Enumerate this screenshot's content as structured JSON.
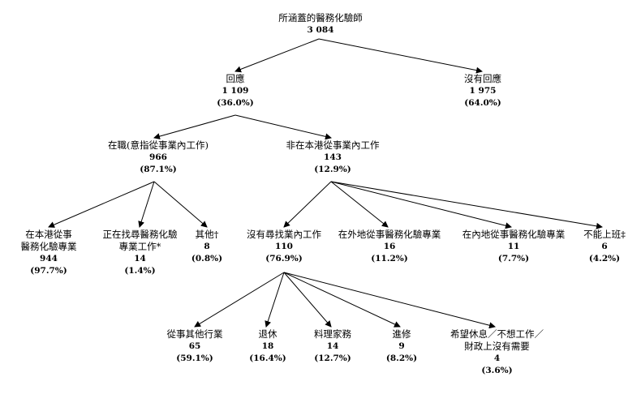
{
  "diagram": {
    "root": {
      "label": [
        "所涵蓋的醫務化驗師"
      ],
      "count": "3 084",
      "pct": ""
    },
    "responded": {
      "label": [
        "回應"
      ],
      "count": "1 109",
      "pct": "(36.0%)"
    },
    "no_response": {
      "label": [
        "沒有回應"
      ],
      "count": "1 975",
      "pct": "(64.0%)"
    },
    "employed": {
      "label": [
        "在職(意指從事業內工作)"
      ],
      "count": "966",
      "pct": "(87.1%)"
    },
    "not_local_practice": {
      "label": [
        "非在本港從事業內工作"
      ],
      "count": "143",
      "pct": "(12.9%)"
    },
    "local_practice": {
      "label": [
        "在本港從事",
        "醫務化驗專業"
      ],
      "count": "944",
      "pct": "(97.7%)"
    },
    "seeking": {
      "label": [
        "正在找尋醫務化驗",
        "專業工作*"
      ],
      "count": "14",
      "pct": "(1.4%)"
    },
    "others": {
      "label": [
        "其他†"
      ],
      "count": "8",
      "pct": "(0.8%)"
    },
    "not_seeking": {
      "label": [
        "沒有尋找業內工作"
      ],
      "count": "110",
      "pct": "(76.9%)"
    },
    "overseas": {
      "label": [
        "在外地從事醫務化驗專業"
      ],
      "count": "16",
      "pct": "(11.2%)"
    },
    "mainland": {
      "label": [
        "在內地從事醫務化驗專業"
      ],
      "count": "11",
      "pct": "(7.7%)"
    },
    "unable": {
      "label": [
        "不能上班‡"
      ],
      "count": "6",
      "pct": "(4.2%)"
    },
    "other_industry": {
      "label": [
        "從事其他行業"
      ],
      "count": "65",
      "pct": "(59.1%)"
    },
    "retired": {
      "label": [
        "退休"
      ],
      "count": "18",
      "pct": "(16.4%)"
    },
    "housework": {
      "label": [
        "料理家務"
      ],
      "count": "14",
      "pct": "(12.7%)"
    },
    "study": {
      "label": [
        "進修"
      ],
      "count": "9",
      "pct": "(8.2%)"
    },
    "rest": {
      "label": [
        "希望休息／不想工作／",
        "財政上沒有需要"
      ],
      "count": "4",
      "pct": "(3.6%)"
    }
  }
}
